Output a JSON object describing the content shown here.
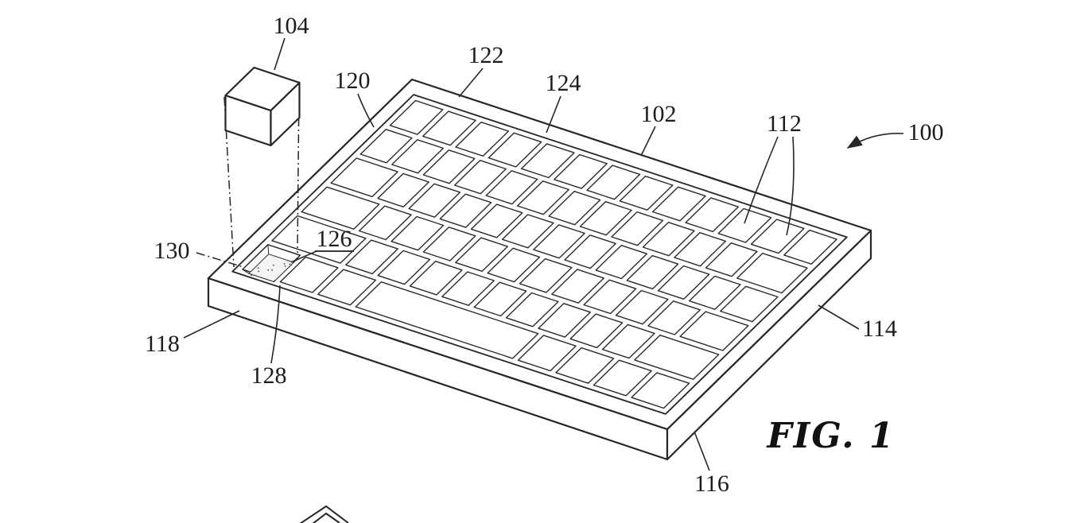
{
  "figure": {
    "caption": "FIG. 1",
    "labels": {
      "100": "100",
      "102": "102",
      "104": "104",
      "112": "112",
      "114": "114",
      "116": "116",
      "118": "118",
      "120": "120",
      "122": "122",
      "124": "124",
      "126": "126",
      "128": "128",
      "130": "130"
    }
  }
}
